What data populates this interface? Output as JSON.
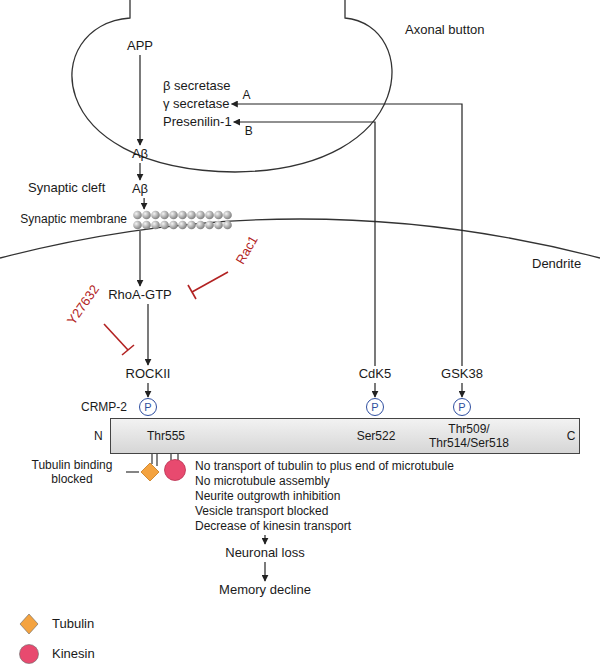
{
  "diagram": {
    "nodes": [
      {
        "text": [
          "APP"
        ]
      },
      {
        "text": [
          "β secretase"
        ]
      },
      {
        "text": [
          "γ secretase"
        ]
      },
      {
        "text": [
          "Presenilin-1"
        ]
      },
      {
        "text": [
          "Aβ"
        ]
      },
      {
        "text": [
          "Aβ"
        ]
      },
      {
        "text": [
          "Synaptic membrane"
        ]
      },
      {
        "text": [
          "RhoA-GTP"
        ]
      },
      {
        "text": [
          "ROCKII"
        ]
      },
      {
        "text": [
          "CdK5"
        ]
      },
      {
        "text": [
          "GSK38"
        ]
      },
      {
        "text": [
          "P"
        ]
      },
      {
        "text": [
          "P"
        ]
      },
      {
        "text": [
          "P"
        ]
      },
      {
        "text": [
          "CRMP-2",
          "N",
          "Thr555",
          "Ser522",
          "Thr509/ Thr514/Ser518",
          "C"
        ]
      },
      {
        "text": [
          "No transport of tubulin to plus end of microtubule",
          "No microtubule assembly",
          "Neurite outgrowth inhibition",
          "Vesicle transport blocked",
          "Decrease of kinesin transport"
        ]
      },
      {
        "text": [
          "Neuronal loss"
        ]
      },
      {
        "text": [
          "Memory decline"
        ]
      }
    ],
    "edges": [
      {
        "from": 0,
        "to": 4,
        "arrow": "to"
      },
      {
        "from": 4,
        "to": 5,
        "arrow": "to"
      },
      {
        "from": 5,
        "to": 6,
        "arrow": "to"
      },
      {
        "from": 6,
        "to": 7,
        "arrow": "to"
      },
      {
        "from": 7,
        "to": 8,
        "arrow": "to"
      },
      {
        "from": 8,
        "to": 11,
        "arrow": "to"
      },
      {
        "from": 9,
        "to": 12,
        "arrow": "to"
      },
      {
        "from": 10,
        "to": 13,
        "arrow": "to"
      },
      {
        "from": 10,
        "to": 2,
        "label": "A",
        "arrow": "to"
      },
      {
        "from": 9,
        "to": 3,
        "label": "B",
        "arrow": "to"
      },
      {
        "from": 15,
        "to": 16,
        "arrow": "to"
      },
      {
        "from": 16,
        "to": 17,
        "arrow": "to"
      }
    ],
    "labels": [
      "Axonal button",
      "Synaptic cleft",
      "Dendrite",
      "Rac1",
      "Y27632",
      "Tubulin binding blocked"
    ],
    "legend": [
      {
        "text": "Tubulin",
        "color": "#f4a340"
      },
      {
        "text": "Kinesin",
        "color": "#e84a6f"
      }
    ]
  }
}
